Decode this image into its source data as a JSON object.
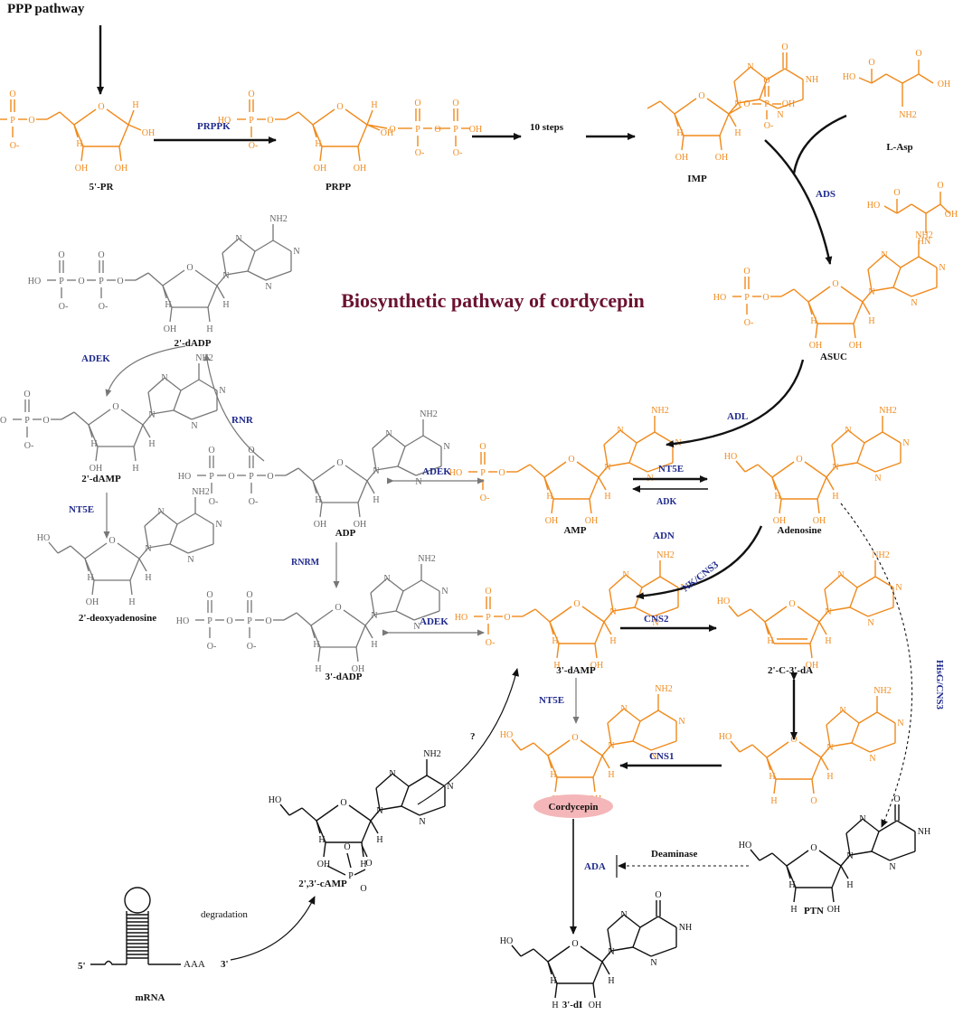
{
  "title": "Biosynthetic pathway of cordycepin",
  "top_label": "PPP pathway",
  "molecules": {
    "pr5": "5'-PR",
    "prpp": "PRPP",
    "imp": "IMP",
    "lasp": "L-Asp",
    "asuc": "ASUC",
    "dadp2": "2'-dADP",
    "damp2": "2'-dAMP",
    "deoxyadenosine": "2'-deoxyadenosine",
    "adp": "ADP",
    "dadp3": "3'-dADP",
    "amp": "AMP",
    "adenosine": "Adenosine",
    "damp3": "3'-dAMP",
    "c3da": "2'-C-3'-dA",
    "cordycepin": "Cordycepin",
    "camp": "2',3'-cAMP",
    "ptn": "PTN",
    "di3": "3'-dI",
    "mrna": "mRNA"
  },
  "enzymes": {
    "prppk": "PRPPK",
    "ads": "ADS",
    "adek_top": "ADEK",
    "rnr": "RNR",
    "nt5e_left": "NT5E",
    "adek_mid": "ADEK",
    "adl": "ADL",
    "nt5e_mid": "NT5E",
    "adk": "ADK",
    "adn": "ADN",
    "rnrm": "RNRM",
    "adek_low": "ADEK",
    "nk_cns3": "NK/CNS3",
    "cns2": "CNS2",
    "hisg_cns3": "HisG/CNS3",
    "nt5e_low": "NT5E",
    "cns1": "CNS1",
    "ada": "ADA"
  },
  "step_labels": {
    "ten_steps": "10 steps",
    "question": "?",
    "degradation": "degradation",
    "deaminase": "Deaminase",
    "five_prime": "5'",
    "three_prime": "3'",
    "polya": "AAA"
  },
  "atoms": {
    "ho": "HO",
    "oh": "OH",
    "h": "H",
    "o": "O",
    "p": "P",
    "o_minus": "O-",
    "n": "N",
    "nh": "NH",
    "nh2": "NH2",
    "hn": "HN"
  },
  "colors": {
    "orange": "#f08a1c",
    "gray": "#777777",
    "black": "#111111",
    "enzyme_blue": "#1f2a8c",
    "title_maroon": "#6b1231",
    "cordycepin_fill": "#f4b6b8"
  }
}
